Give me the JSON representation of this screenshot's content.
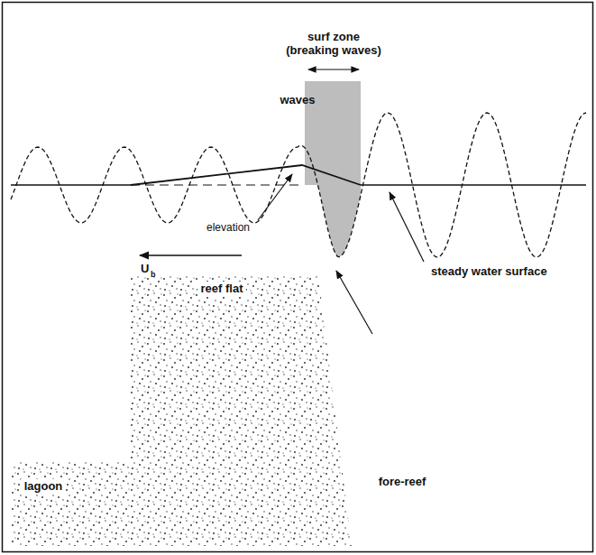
{
  "diagram": {
    "labels": [
      "surf zone (breaking waves)",
      "waves",
      "elevation",
      "U",
      "b",
      "steady water surface",
      "reef flat",
      "fore-reef",
      "lagoon"
    ]
  }
}
